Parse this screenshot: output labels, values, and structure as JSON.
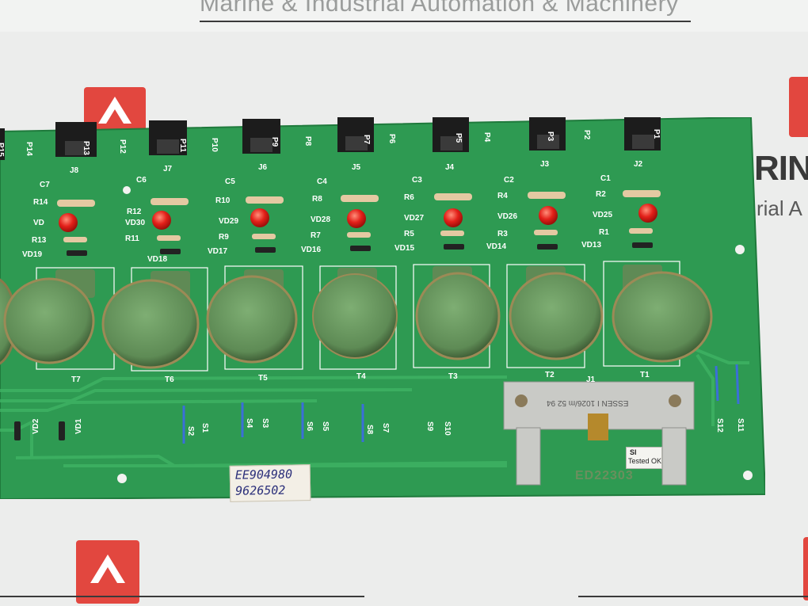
{
  "watermark": {
    "text": "Marine & Industrial Automation & Machinery"
  },
  "side_brand": {
    "title": "RINE",
    "subtitle": "rial A"
  },
  "sticker": {
    "line1": "EE904980",
    "line2": "9626502"
  },
  "tested_label": {
    "logo": "Sl",
    "text": "Tested OK"
  },
  "board_code": "ED22303",
  "connector_print": "ESSEN I 1026/m 52 94",
  "silkscreen": {
    "jacks": [
      "J8",
      "J7",
      "J6",
      "J5",
      "J4",
      "J3",
      "J2"
    ],
    "transformers": [
      "T7",
      "T6",
      "T5",
      "T4",
      "T3",
      "T2",
      "T1"
    ],
    "connector": "J1",
    "diodes_bottom": [
      "VD2",
      "VD1"
    ],
    "switches": [
      "S2",
      "S1",
      "S4",
      "S3",
      "S6",
      "S5",
      "S8",
      "S7",
      "S9",
      "S10",
      "S12",
      "S11"
    ],
    "capacitors": [
      "C7",
      "C6",
      "C5",
      "C4",
      "C3",
      "C2",
      "C1"
    ],
    "leds": [
      "VD",
      "VD30",
      "VD29",
      "VD28",
      "VD27",
      "VD26",
      "VD25"
    ],
    "diodes_row": [
      "VD19",
      "VD18",
      "VD17",
      "VD16",
      "VD15",
      "VD14",
      "VD13"
    ],
    "resistors_top": [
      "R14",
      "R12",
      "R10",
      "R8",
      "R6",
      "R4",
      "R2"
    ],
    "resistors_bottom": [
      "R13",
      "R11",
      "R9",
      "R7",
      "R5",
      "R3",
      "R1"
    ],
    "pins": [
      "P15",
      "P14",
      "P13",
      "P12",
      "P11",
      "P10",
      "P9",
      "P8",
      "P7",
      "P6",
      "P5",
      "P4",
      "P3",
      "P2",
      "P1"
    ]
  },
  "colors": {
    "pcb_green": "#2e9a52",
    "pcb_dark": "#1f7a3c",
    "transformer": "#6c9a63",
    "led_red": "#e32019",
    "logo_red": "#e2473f"
  }
}
